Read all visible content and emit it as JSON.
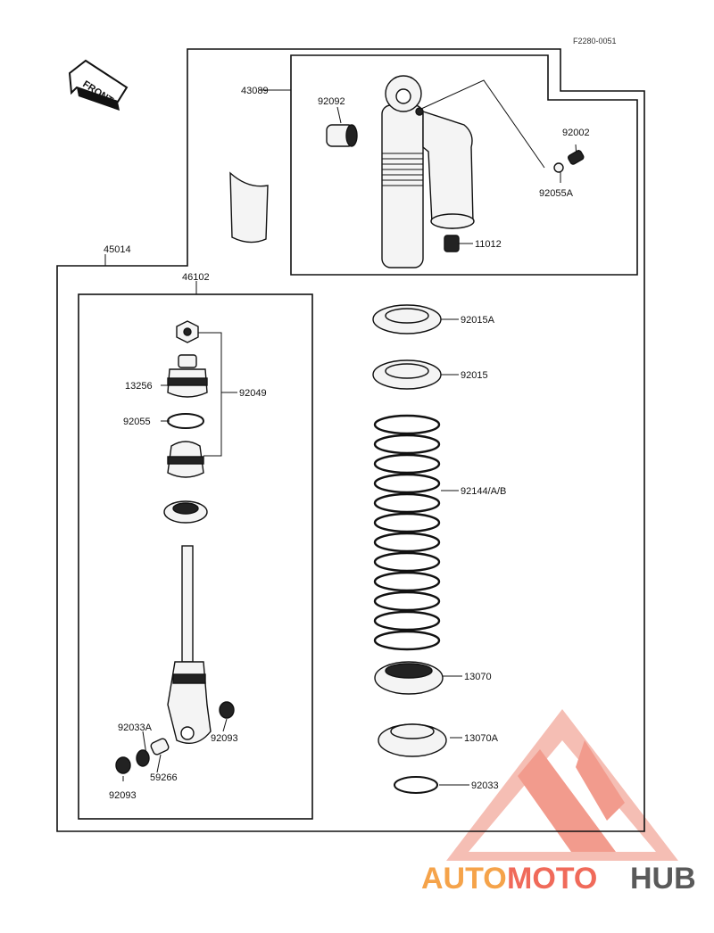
{
  "ref_code": "F2280-0051",
  "front_arrow": "FRONT",
  "labels": {
    "p43089": "43089",
    "p92092": "92092",
    "p92002": "92002",
    "p92055A": "92055A",
    "p11012": "11012",
    "p45014": "45014",
    "p46102": "46102",
    "p13256": "13256",
    "p92049": "92049",
    "p92055": "92055",
    "p92015A": "92015A",
    "p92015": "92015",
    "p92144": "92144/A/B",
    "p13070": "13070",
    "p13070A": "13070A",
    "p92033": "92033",
    "p92033A": "92033A",
    "p92093a": "92093",
    "p59266": "59266",
    "p92093b": "92093"
  },
  "watermark": {
    "auto": "AUTO",
    "moto": "MOTO",
    "hub": "HUB"
  },
  "colors": {
    "watermark_triangle": "#f08a7a",
    "auto": "#f5a34a",
    "moto": "#f06a5a",
    "hub": "#5a5a5a"
  }
}
